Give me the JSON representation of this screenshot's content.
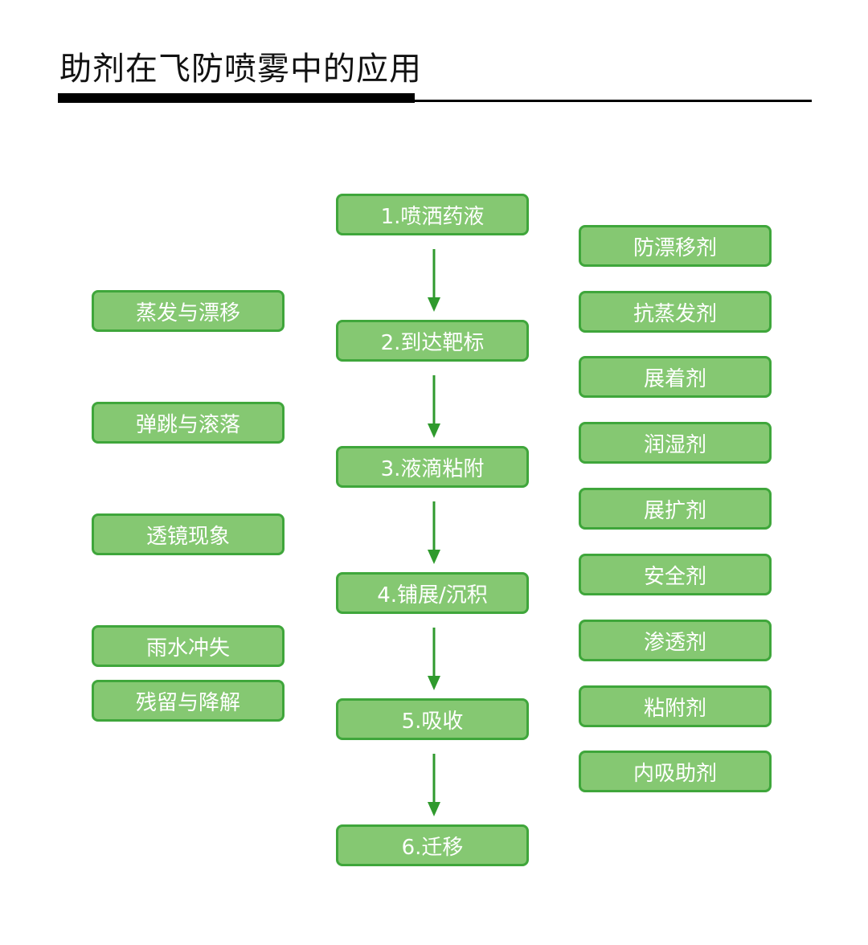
{
  "title": "助剂在飞防喷雾中的应用",
  "colors": {
    "box_fill": "#85c872",
    "box_border": "#3fa63b",
    "arrow": "#2f9a2d",
    "text": "#ffffff",
    "rule": "#000000"
  },
  "center_steps": [
    "1.喷洒药液",
    "2.到达靶标",
    "3.液滴粘附",
    "4.铺展/沉积",
    "5.吸收",
    "6.迁移"
  ],
  "left_issues": [
    "蒸发与漂移",
    "弹跳与滚落",
    "透镜现象",
    "雨水冲失",
    "残留与降解"
  ],
  "right_adjuvants": [
    "防漂移剂",
    "抗蒸发剂",
    "展着剂",
    "润湿剂",
    "展扩剂",
    "安全剂",
    "渗透剂",
    "粘附剂",
    "内吸助剂"
  ]
}
